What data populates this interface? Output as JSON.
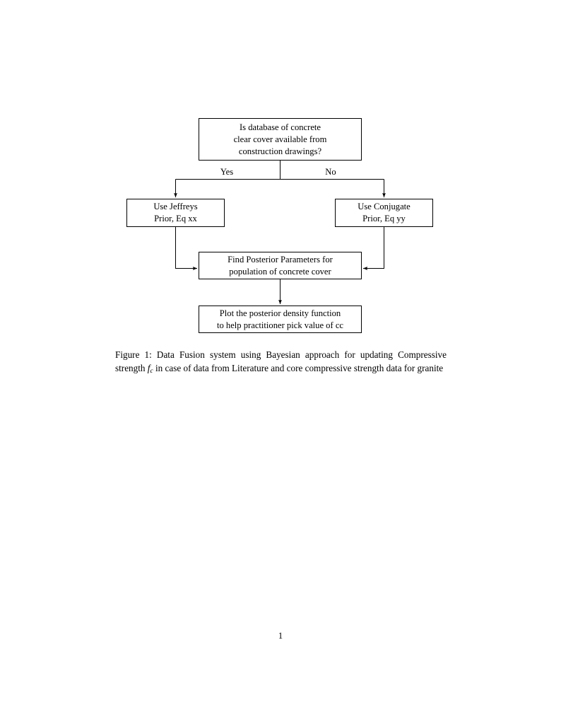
{
  "document": {
    "page_number": "1"
  },
  "figure": {
    "type": "flowchart",
    "nodes": [
      {
        "id": "question",
        "lines": [
          "Is database of concrete",
          "clear cover available from",
          "construction drawings?"
        ]
      },
      {
        "id": "jeffreys",
        "lines": [
          "Use Jeffreys",
          "Prior, Eq xx"
        ]
      },
      {
        "id": "conjugate",
        "lines": [
          "Use Conjugate",
          "Prior, Eq yy"
        ]
      },
      {
        "id": "posterior",
        "lines": [
          "Find Posterior Parameters for",
          "population of concrete cover"
        ]
      },
      {
        "id": "plot",
        "lines": [
          "Plot the posterior density function",
          "to help practitioner pick value of cc"
        ]
      }
    ],
    "edge_labels": {
      "yes": "Yes",
      "no": "No"
    },
    "stroke_color": "#000000",
    "fill_color": "#ffffff"
  },
  "caption": {
    "label": "Figure 1:",
    "text_before_math": " Data Fusion system using Bayesian approach for updating Compressive strength ",
    "math_base": "f",
    "math_sub": "c",
    "text_after_math": " in case of data from Literature and core compressive strength data for granite"
  }
}
